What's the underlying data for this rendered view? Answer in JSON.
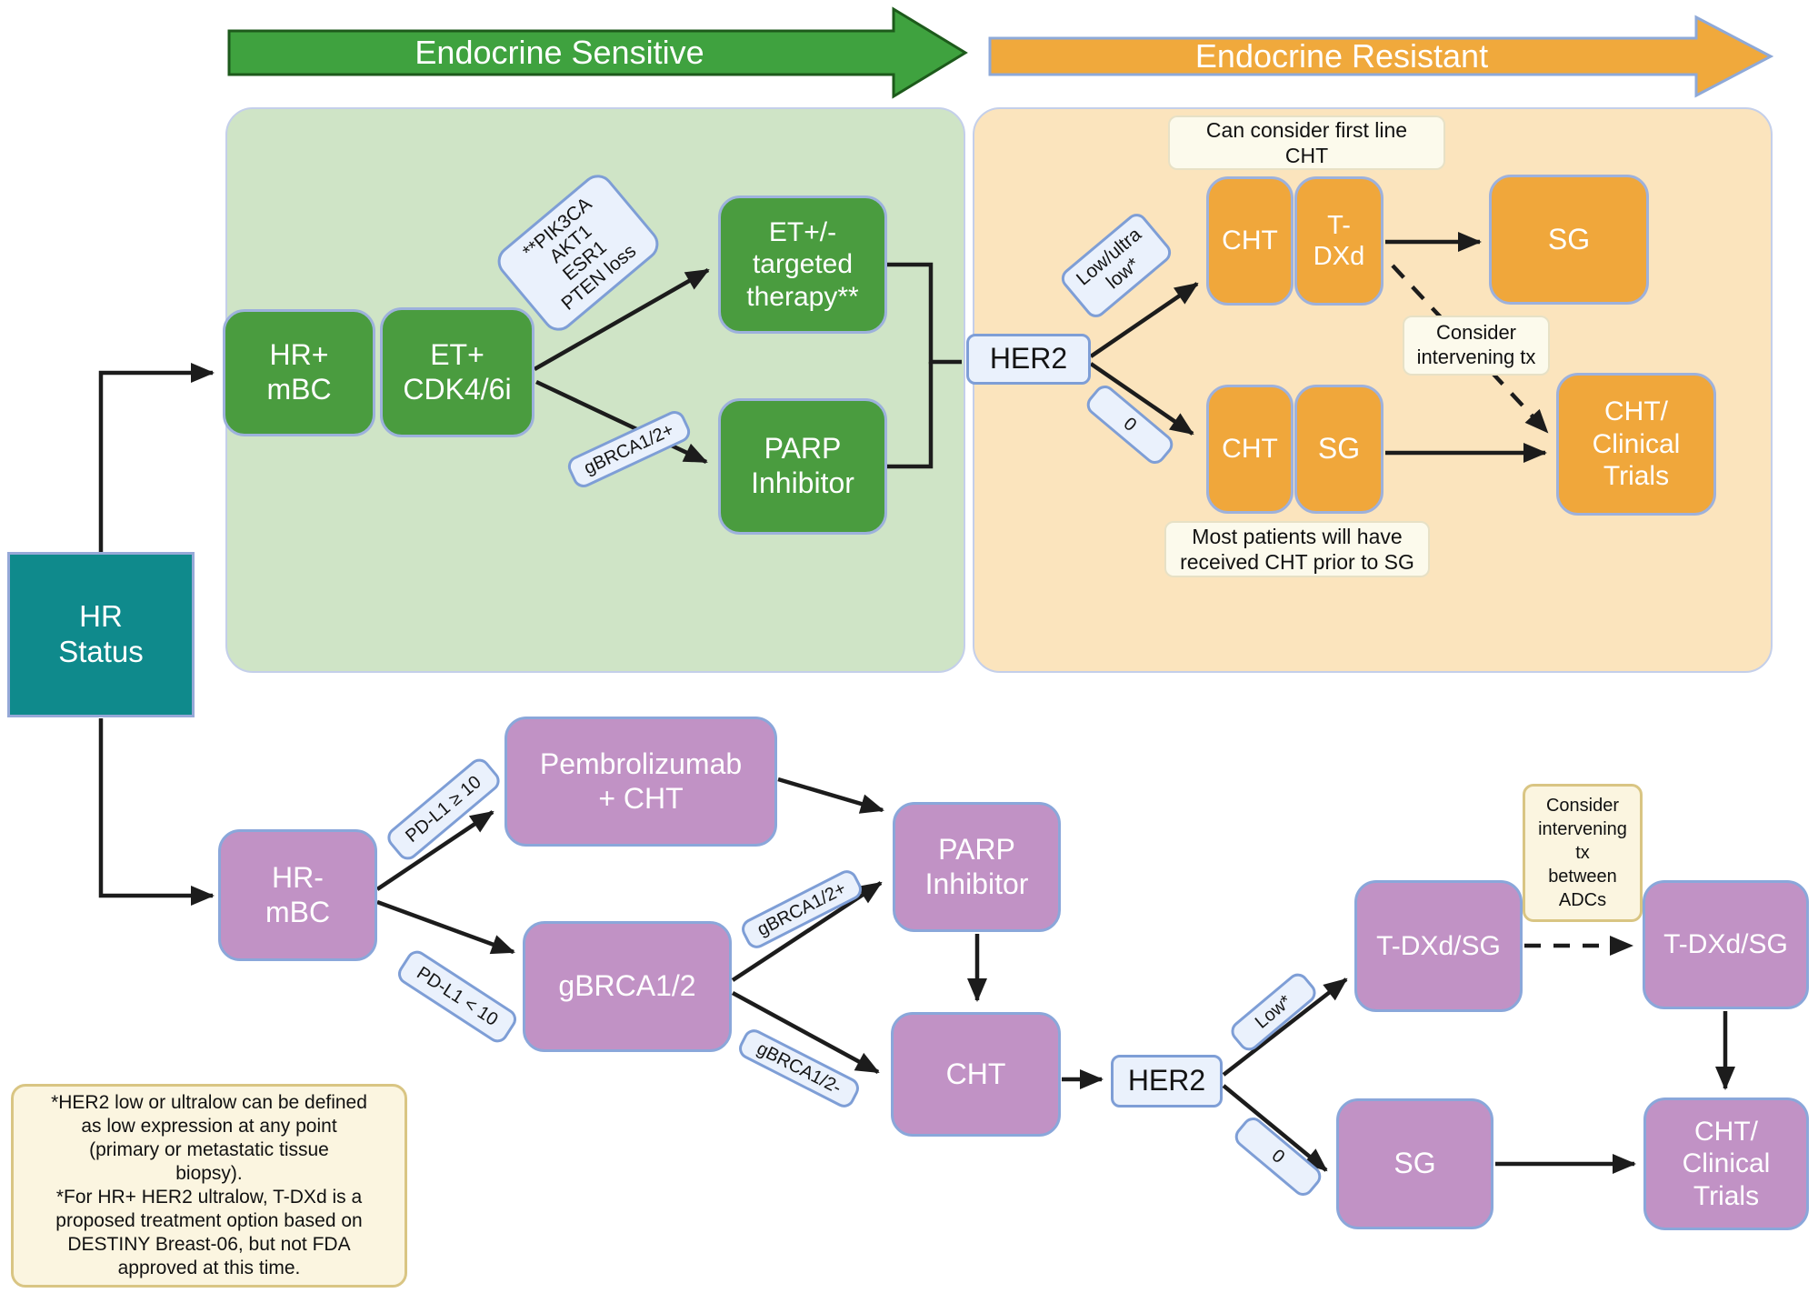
{
  "banners": {
    "sensitive": "Endocrine Sensitive",
    "resistant": "Endocrine Resistant"
  },
  "root": {
    "hr_status": "HR\nStatus"
  },
  "top_flow": {
    "hr_mbc": "HR+\nmBC",
    "et_cdk": "ET+\nCDK4/6i",
    "mutations": "**PIK3CA\nAKT1\nESR1\nPTEN loss",
    "et_targeted": "ET+/-\ntargeted\ntherapy**",
    "gbrca_pos": "gBRCA1/2+",
    "parp": "PARP\nInhibitor",
    "her2": "HER2",
    "low_ultra": "Low/ultra\nlow*",
    "zero": "0",
    "note_first_line": "Can consider first line\nCHT",
    "cht_a": "CHT",
    "tdxd": "T-\nDXd",
    "sg_a": "SG",
    "note_intervening": "Consider\nintervening tx",
    "cht_b": "CHT",
    "sg_b": "SG",
    "cht_trials": "CHT/\nClinical\nTrials",
    "note_most": "Most patients will have\nreceived CHT prior to SG"
  },
  "bottom_flow": {
    "hr_mbc": "HR-\nmBC",
    "pdl1_high": "PD-L1 ≥ 10",
    "pdl1_low": "PD-L1 < 10",
    "pembro": "Pembrolizumab\n+ CHT",
    "gbrca": "gBRCA1/2",
    "gbrca_pos": "gBRCA1/2+",
    "gbrca_neg": "gBRCA1/2-",
    "parp": "PARP\nInhibitor",
    "cht": "CHT",
    "her2": "HER2",
    "low": "Low*",
    "zero": "0",
    "tdxd_sg_1": "T-DXd/SG",
    "note_adcs": "Consider\nintervening\ntx\nbetween\nADCs",
    "tdxd_sg_2": "T-DXd/SG",
    "sg": "SG",
    "cht_trials": "CHT/\nClinical\nTrials"
  },
  "footnote": "*HER2 low or ultralow can be defined\nas low expression at any point\n(primary or metastatic tissue\nbiopsy).\n*For HR+ HER2 ultralow, T-DXd is a\nproposed treatment option based on\nDESTINY Breast-06, but not FDA\napproved at this time.",
  "colors": {
    "green_box": "#4a9c3f",
    "orange_box": "#f0a73b",
    "purple_box": "#c192c5",
    "teal_box": "#0f8a8c",
    "panel_green": "#cfe4c6",
    "panel_orange": "#fbe4bd",
    "label_fill": "#eaf1fc",
    "label_border": "#7e9ed6",
    "note_fill": "#fcfaec",
    "tan_note_fill": "#fbf5e0",
    "line": "#1c1c1c"
  }
}
